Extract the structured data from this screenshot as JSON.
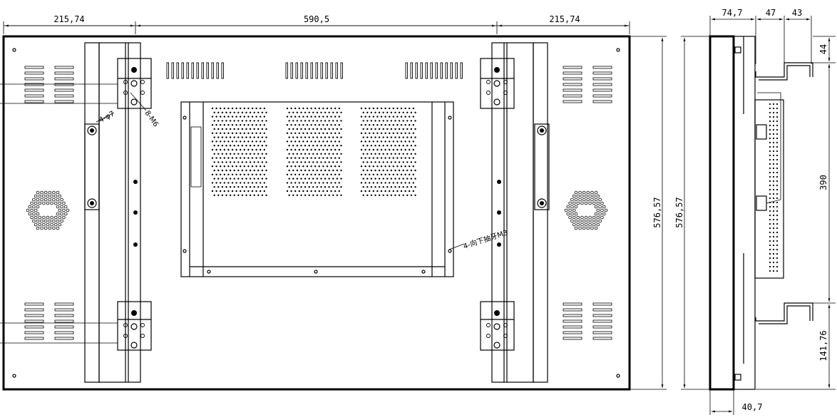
{
  "front_view": {
    "dims": {
      "left_width": "215,74",
      "center_width": "590,5",
      "right_width": "215,74",
      "height": "576,57"
    },
    "notes": {
      "hole_note": "4-φ7",
      "screw_note": "8-M6",
      "thread_note": "4-向下抽牙M3"
    }
  },
  "side_view": {
    "dims": {
      "depth_total": "74,7",
      "bracket_depth": "47",
      "bracket_offset": "43",
      "top_offset": "44",
      "height": "576,57",
      "hole_spacing": "390",
      "bottom_offset": "141,76",
      "panel_depth": "40,7"
    }
  }
}
